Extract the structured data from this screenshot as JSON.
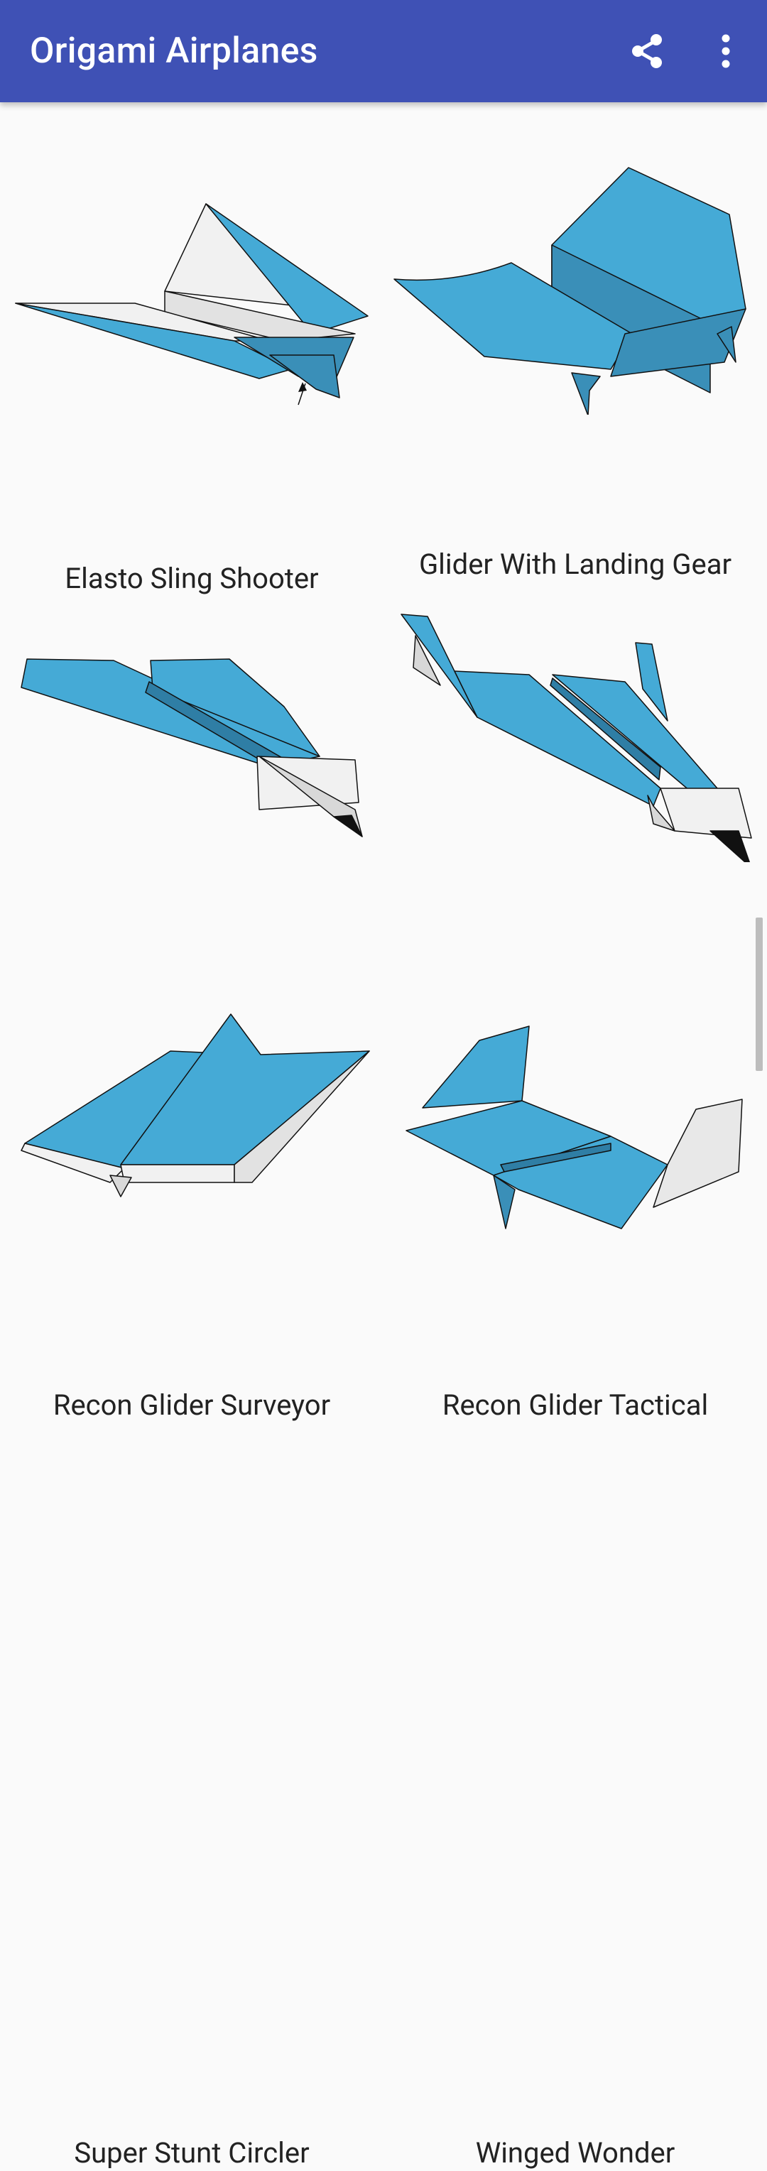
{
  "app": {
    "title": "Origami Airplanes",
    "share_icon": "share-icon",
    "more_icon": "more-vert-icon",
    "colors": {
      "appbar": "#3f51b5",
      "paper_blue": "#45aad6",
      "paper_white": "#f1f1f1"
    }
  },
  "items": [
    {
      "label": "Elasto Sling Shooter"
    },
    {
      "label": "Glider With Landing Gear"
    },
    {
      "label": "Recon Glider Surveyor"
    },
    {
      "label": "Recon Glider Tactical"
    },
    {
      "label": "Super Stunt Circler"
    },
    {
      "label": "Winged Wonder"
    }
  ]
}
